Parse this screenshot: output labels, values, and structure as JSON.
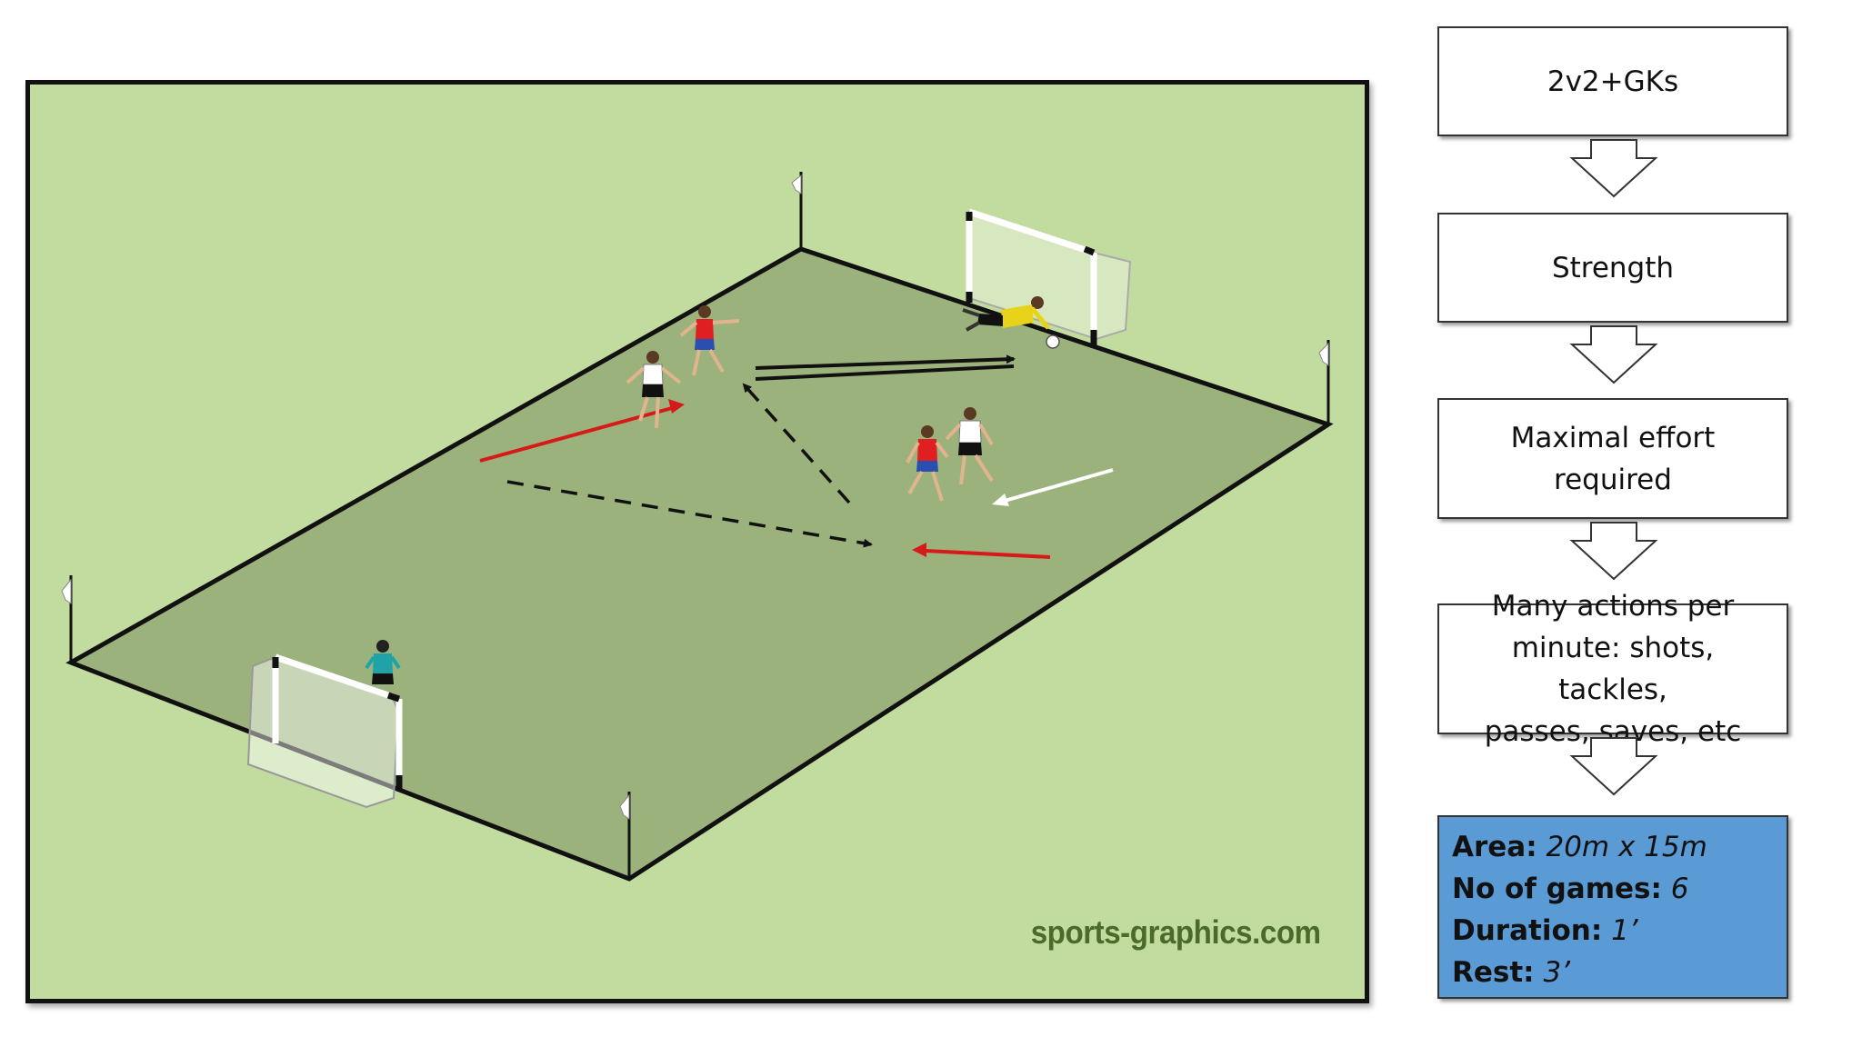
{
  "flowchart": {
    "steps": [
      {
        "lines": [
          "2v2+GKs"
        ]
      },
      {
        "lines": [
          "Strength"
        ]
      },
      {
        "lines": [
          "Maximal effort",
          "required"
        ]
      },
      {
        "lines": [
          "Many actions per",
          "minute: shots, tackles,",
          "passes, saves, etc"
        ]
      }
    ],
    "info": {
      "area_label": "Area:",
      "area_value": "20m x 15m",
      "games_label": "No of games:",
      "games_value": "6",
      "duration_label": "Duration:",
      "duration_value": "1’",
      "rest_label": "Rest:",
      "rest_value": "3’"
    }
  },
  "diagram": {
    "watermark": "sports-graphics.com",
    "colors": {
      "background": "#c2dca0",
      "pitch": "#9cb27c",
      "team_red": "#e02020",
      "team_white": "#ffffff",
      "goalkeeper_yellow": "#e8d21a",
      "goalkeeper_teal": "#1fa3a8",
      "info_box": "#5b9bd5"
    },
    "icons": [
      "corner-flag-icon",
      "goal-icon",
      "player-icon",
      "ball-icon",
      "arrow-icon"
    ]
  }
}
